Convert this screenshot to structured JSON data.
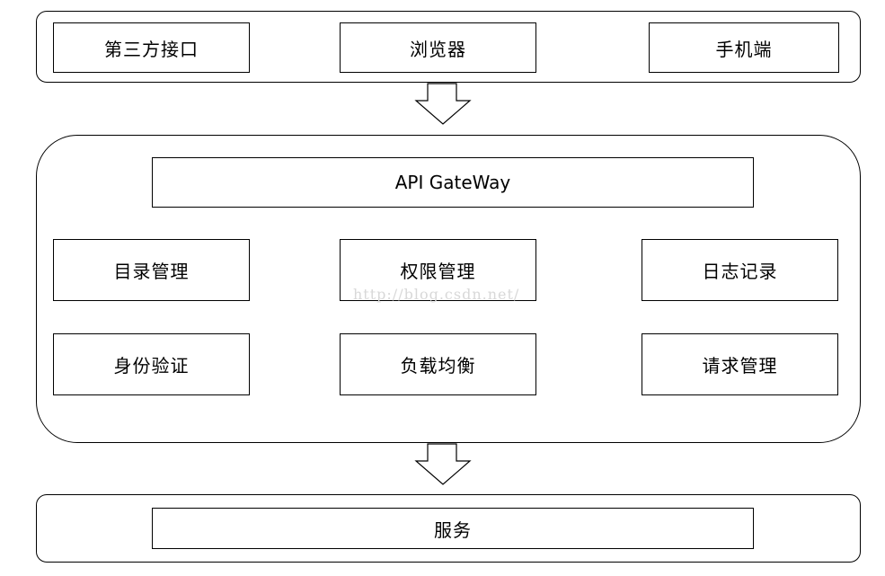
{
  "clients": {
    "third_party": "第三方接口",
    "browser": "浏览器",
    "mobile": "手机端"
  },
  "gateway": {
    "title": "API GateWay",
    "modules": [
      "目录管理",
      "权限管理",
      "日志记录",
      "身份验证",
      "负载均衡",
      "请求管理"
    ]
  },
  "services": {
    "title": "服务"
  },
  "watermark": "http://blog.csdn.net/"
}
